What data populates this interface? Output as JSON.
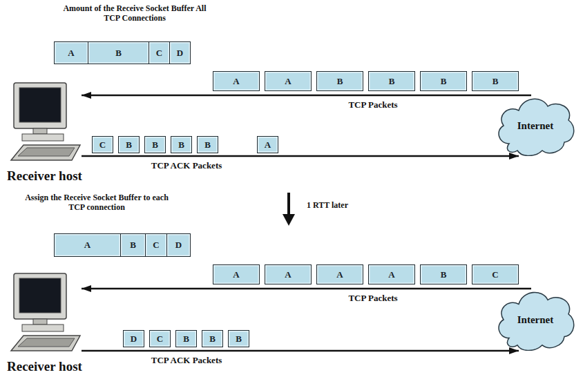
{
  "diagram": {
    "nodes": [
      {
        "text": [
          "A"
        ]
      },
      {
        "text": [
          "B"
        ]
      },
      {
        "text": [
          "C"
        ]
      },
      {
        "text": [
          "D"
        ]
      },
      {
        "text": [
          "A"
        ]
      },
      {
        "text": [
          "A"
        ]
      },
      {
        "text": [
          "B"
        ]
      },
      {
        "text": [
          "B"
        ]
      },
      {
        "text": [
          "B"
        ]
      },
      {
        "text": [
          "B"
        ]
      },
      {
        "text": [
          "Internet"
        ]
      },
      {
        "text": [
          "Receiver host"
        ]
      },
      {
        "text": [
          "C"
        ]
      },
      {
        "text": [
          "B"
        ]
      },
      {
        "text": [
          "B"
        ]
      },
      {
        "text": [
          "B"
        ]
      },
      {
        "text": [
          "B"
        ]
      },
      {
        "text": [
          "A"
        ]
      },
      {
        "text": [
          "A"
        ]
      },
      {
        "text": [
          "B"
        ]
      },
      {
        "text": [
          "C"
        ]
      },
      {
        "text": [
          "D"
        ]
      },
      {
        "text": [
          "A"
        ]
      },
      {
        "text": [
          "A"
        ]
      },
      {
        "text": [
          "A"
        ]
      },
      {
        "text": [
          "A"
        ]
      },
      {
        "text": [
          "B"
        ]
      },
      {
        "text": [
          "C"
        ]
      },
      {
        "text": [
          "Internet"
        ]
      },
      {
        "text": [
          "Receiver host"
        ]
      },
      {
        "text": [
          "D"
        ]
      },
      {
        "text": [
          "C"
        ]
      },
      {
        "text": [
          "B"
        ]
      },
      {
        "text": [
          "B"
        ]
      },
      {
        "text": [
          "B"
        ]
      }
    ],
    "edges": [
      {
        "from": 10,
        "to": 11,
        "arrow": "to",
        "label": "TCP Packets"
      },
      {
        "from": 11,
        "to": 10,
        "arrow": "to",
        "label": "TCP ACK Packets"
      },
      {
        "from": 28,
        "to": 29,
        "arrow": "to",
        "label": "TCP Packets"
      },
      {
        "from": 29,
        "to": 28,
        "arrow": "to",
        "label": "TCP ACK Packets"
      }
    ],
    "labels": [
      "Amount of the Receive Socket Buffer All TCP Connections",
      "Assign the Receive Socket Buffer to each TCP connection",
      "1 RTT later"
    ]
  }
}
